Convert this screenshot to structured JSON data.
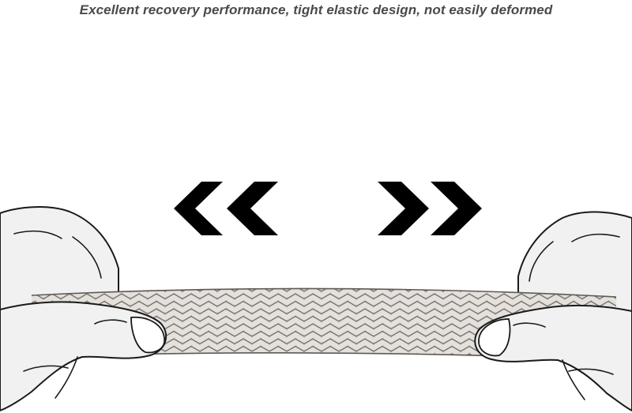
{
  "caption": "Excellent recovery performance, tight elastic design, not easily deformed",
  "colors": {
    "background": "#ffffff",
    "caption_text": "#4a4a4a",
    "arrows": "#000000",
    "strap_fill": "#e4e0dc",
    "strap_line": "#7a7570",
    "skin": "#f1f1f1",
    "outline": "#1a1a1a"
  },
  "illustration": {
    "left_arrows": "double-chevron-left-icon",
    "right_arrows": "double-chevron-right-icon",
    "strap": "braided-elastic-strap",
    "left_hand": "left-hand-pulling",
    "right_hand": "right-hand-pulling"
  }
}
